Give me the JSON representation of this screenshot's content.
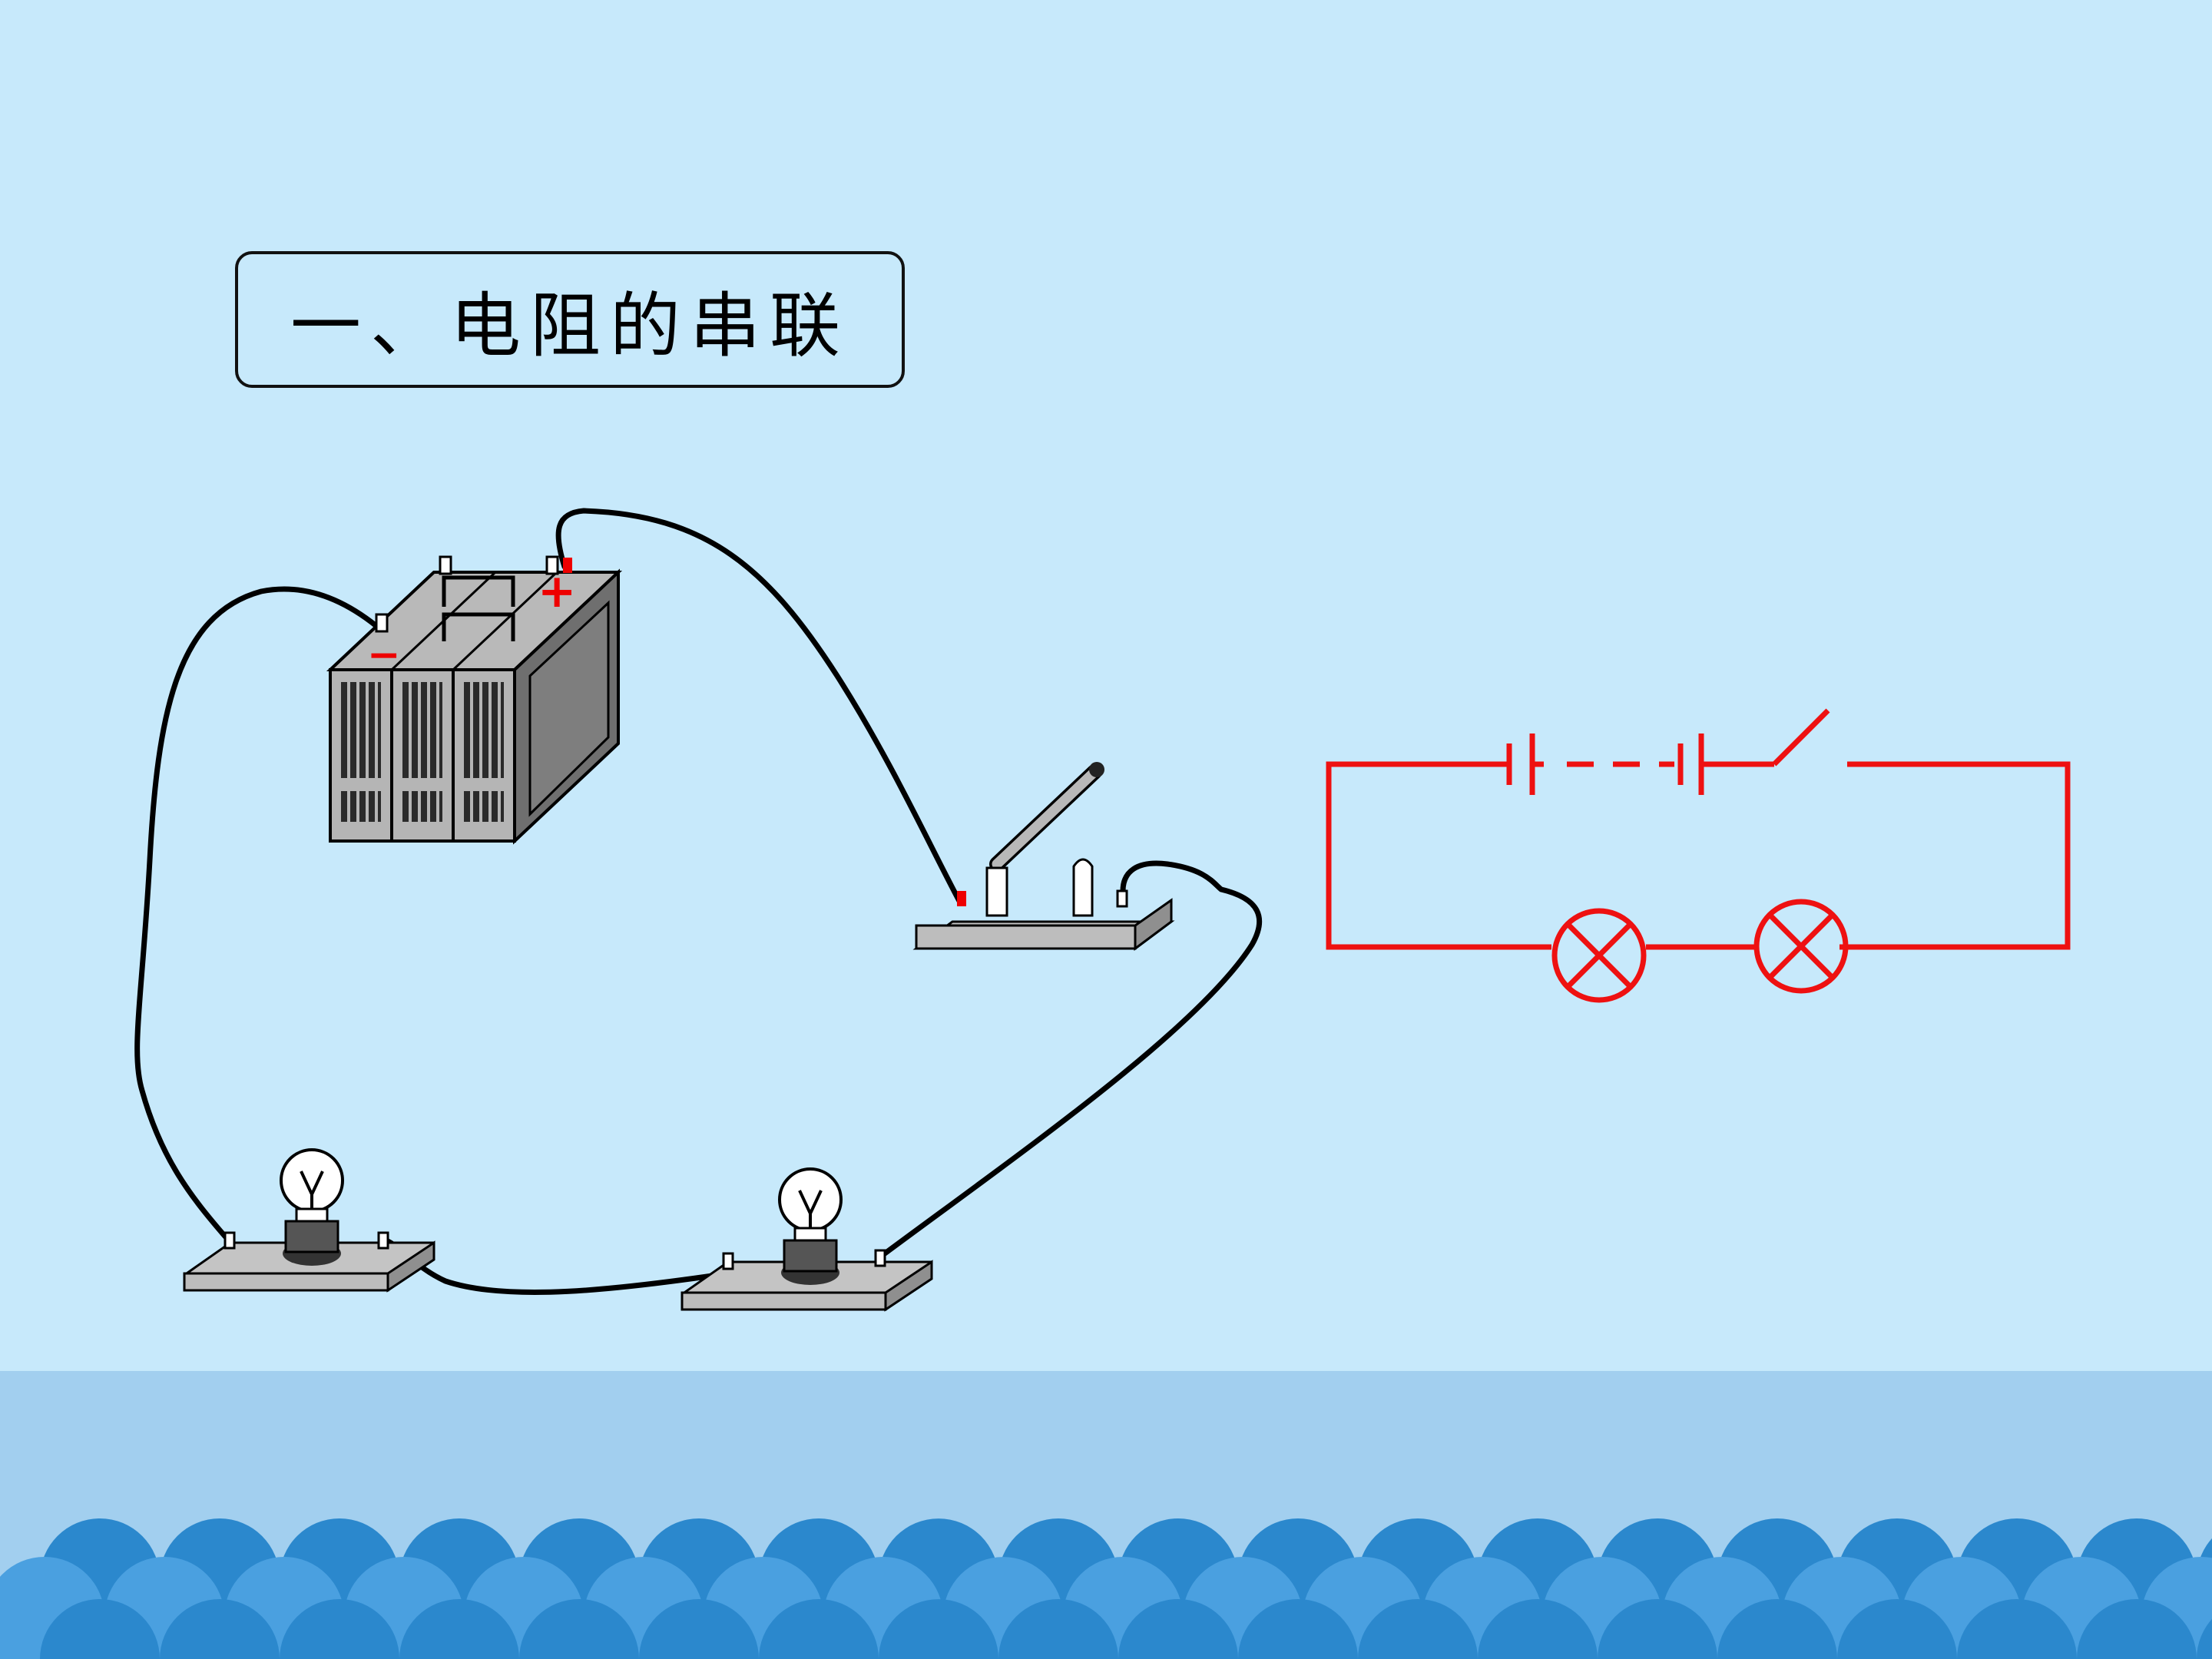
{
  "slide": {
    "title": "一、电阻的串联"
  },
  "diagram": {
    "battery_negative_sign": "−",
    "battery_positive_sign": "+",
    "components": [
      "battery-pack-icon",
      "knife-switch-icon",
      "bulb-1-icon",
      "bulb-2-icon"
    ],
    "circuit_symbols": [
      "battery-symbol",
      "switch-symbol",
      "lamp-symbol-1",
      "lamp-symbol-2"
    ]
  },
  "colors": {
    "background": "#c7e9fb",
    "schematic": "#ee1111",
    "wire": "#000000",
    "sea_band": "#a2cfef",
    "wave": "#2b88cd"
  }
}
